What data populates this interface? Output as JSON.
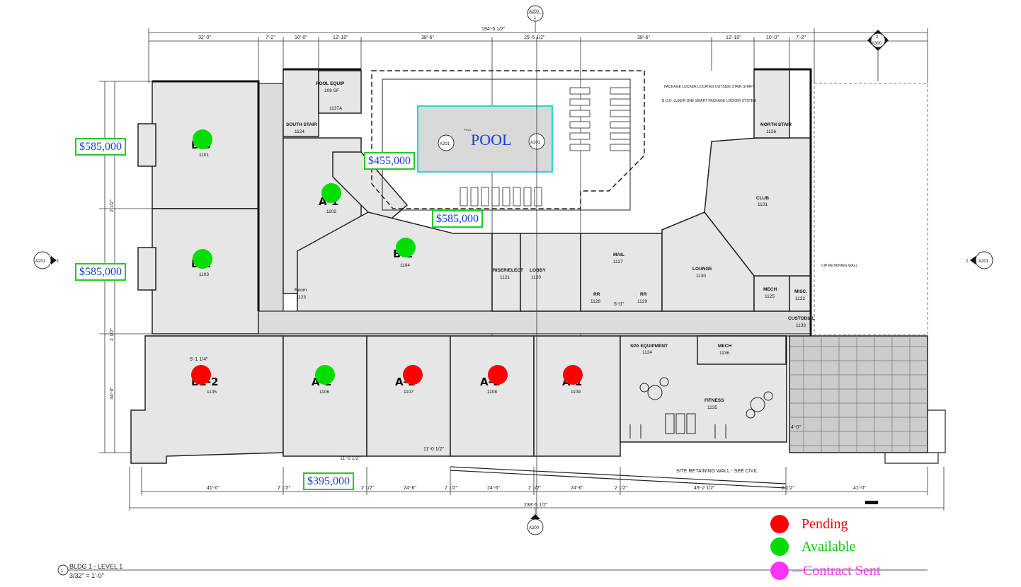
{
  "plan": {
    "title": "BLDG 1 - LEVEL 1",
    "scale": "3/32\" = 1'-0\"",
    "view_num": "1",
    "section_tags": {
      "top": "A200",
      "top_num": "1",
      "bottom": "A200",
      "left": "A201",
      "left_num": "1",
      "right": "A201",
      "right_num": "2",
      "topright": "A300",
      "topright_num": "2"
    },
    "dims_top": {
      "overall": "194'-5 1/2\"",
      "d1": "32'-0\"",
      "d2": "7'-2\"",
      "d3": "10'-0\"",
      "d4": "12'-10\"",
      "d5": "38'-6\"",
      "d6": "25'-5 1/2\"",
      "d7": "38'-6\"",
      "d8": "12'-10\"",
      "d9": "10'-0\"",
      "d10": "7'-2\""
    },
    "dims_bottom": {
      "overall": "238'-5 1/2\"",
      "b1": "41'-0\"",
      "b2": "2 1/2\"",
      "b3": "24'-6\"",
      "b4": "2 1/2\"",
      "b5": "24'-6\"",
      "b6": "2 1/2\"",
      "b7": "24'-6\"",
      "b8": "2 1/2\"",
      "b9": "49'-2 1/2\"",
      "b10": "2 1/2\"",
      "b11": "41'-0\""
    },
    "dims_left": {
      "l1": "2 1/2\"",
      "l2": "2 1/2\"",
      "l3": "34'-0\""
    },
    "units": {
      "u1101": {
        "name": "B-5",
        "num": "1101"
      },
      "u1102": {
        "name": "A-1",
        "num": "1102"
      },
      "u1103": {
        "name": "B-2",
        "num": "1103"
      },
      "u1104": {
        "name": "B-1",
        "num": "1104"
      },
      "u1105": {
        "name": "B2-2",
        "num": "1105"
      },
      "u1106": {
        "name": "A-1",
        "num": "1106"
      },
      "u1107": {
        "name": "A-1",
        "num": "1107"
      },
      "u1108": {
        "name": "A-1",
        "num": "1108"
      },
      "u1109": {
        "name": "A-1",
        "num": "1109"
      }
    },
    "rooms": {
      "pool_equip": "POOL EQUIP",
      "pool_equip_sf": "108 SF",
      "pool_equip_num": "1137A",
      "south_stair": "SOUTH STAIR",
      "south_stair_num": "1124",
      "north_stair": "NORTH STAIR",
      "north_stair_num": "1126",
      "pool": "POOL",
      "pool_small": "POOL",
      "club": "CLUB",
      "club_num": "1131",
      "mail": "MAIL",
      "mail_num": "1127",
      "lounge": "LOUNGE",
      "lounge_num": "1130",
      "lobby": "LOBBY",
      "lobby_num": "1120",
      "riser": "RISER/ELECT",
      "riser_num": "1121",
      "mech1": "MECH",
      "mech1_num": "1125",
      "misc": "MISC.",
      "misc_num": "1132",
      "custodial": "CUSTODIAL",
      "custodial_num": "1133",
      "rr1": "RR",
      "rr1_num": "1128",
      "rr2": "RR",
      "rr2_num": "1129",
      "spa": "SPA EQUIPMENT",
      "spa_num": "1134",
      "mech2": "MECH",
      "mech2_num": "1136",
      "fitness": "FITNESS",
      "fitness_num": "1135",
      "room": "Room",
      "room_num": "1123"
    },
    "notes": {
      "package": "PACKAGE LOCKER LOCATED OUTSIDE STAIR SHAFT",
      "bod": "B.O.D. LUXER ONE SMART PACKAGE LOCKER SYSTEM",
      "retaining": "SITE RETAINING WALL - SEE CIVIL",
      "cip": "CIP RETAINING WALL",
      "dim_mid": "11'-0 1/2\"",
      "dim_mid2": "11'-0 1/2\"",
      "dim_60": "6'-0\"",
      "dim_40": "4'-0\"",
      "dim_511": "5'-1 1/4\""
    }
  },
  "prices": [
    {
      "id": "price-b5",
      "text": "$585,000"
    },
    {
      "id": "price-b2",
      "text": "$585,000"
    },
    {
      "id": "price-a1-top",
      "text": "$455,000"
    },
    {
      "id": "price-b1",
      "text": "$585,000"
    },
    {
      "id": "price-a1-bottom",
      "text": "$395,000"
    }
  ],
  "status_colors": {
    "pending": "#ff0000",
    "available": "#00dd00",
    "contract_sent": "#ff33ff"
  },
  "markers": [
    {
      "unit": "1101",
      "status": "available"
    },
    {
      "unit": "1102",
      "status": "available"
    },
    {
      "unit": "1103",
      "status": "available"
    },
    {
      "unit": "1104",
      "status": "available"
    },
    {
      "unit": "1105",
      "status": "pending"
    },
    {
      "unit": "1106",
      "status": "available"
    },
    {
      "unit": "1107",
      "status": "pending"
    },
    {
      "unit": "1108",
      "status": "pending"
    },
    {
      "unit": "1109",
      "status": "pending"
    }
  ],
  "legend": {
    "pending": "Pending",
    "available": "Available",
    "contract_sent": "Contract Sent"
  }
}
